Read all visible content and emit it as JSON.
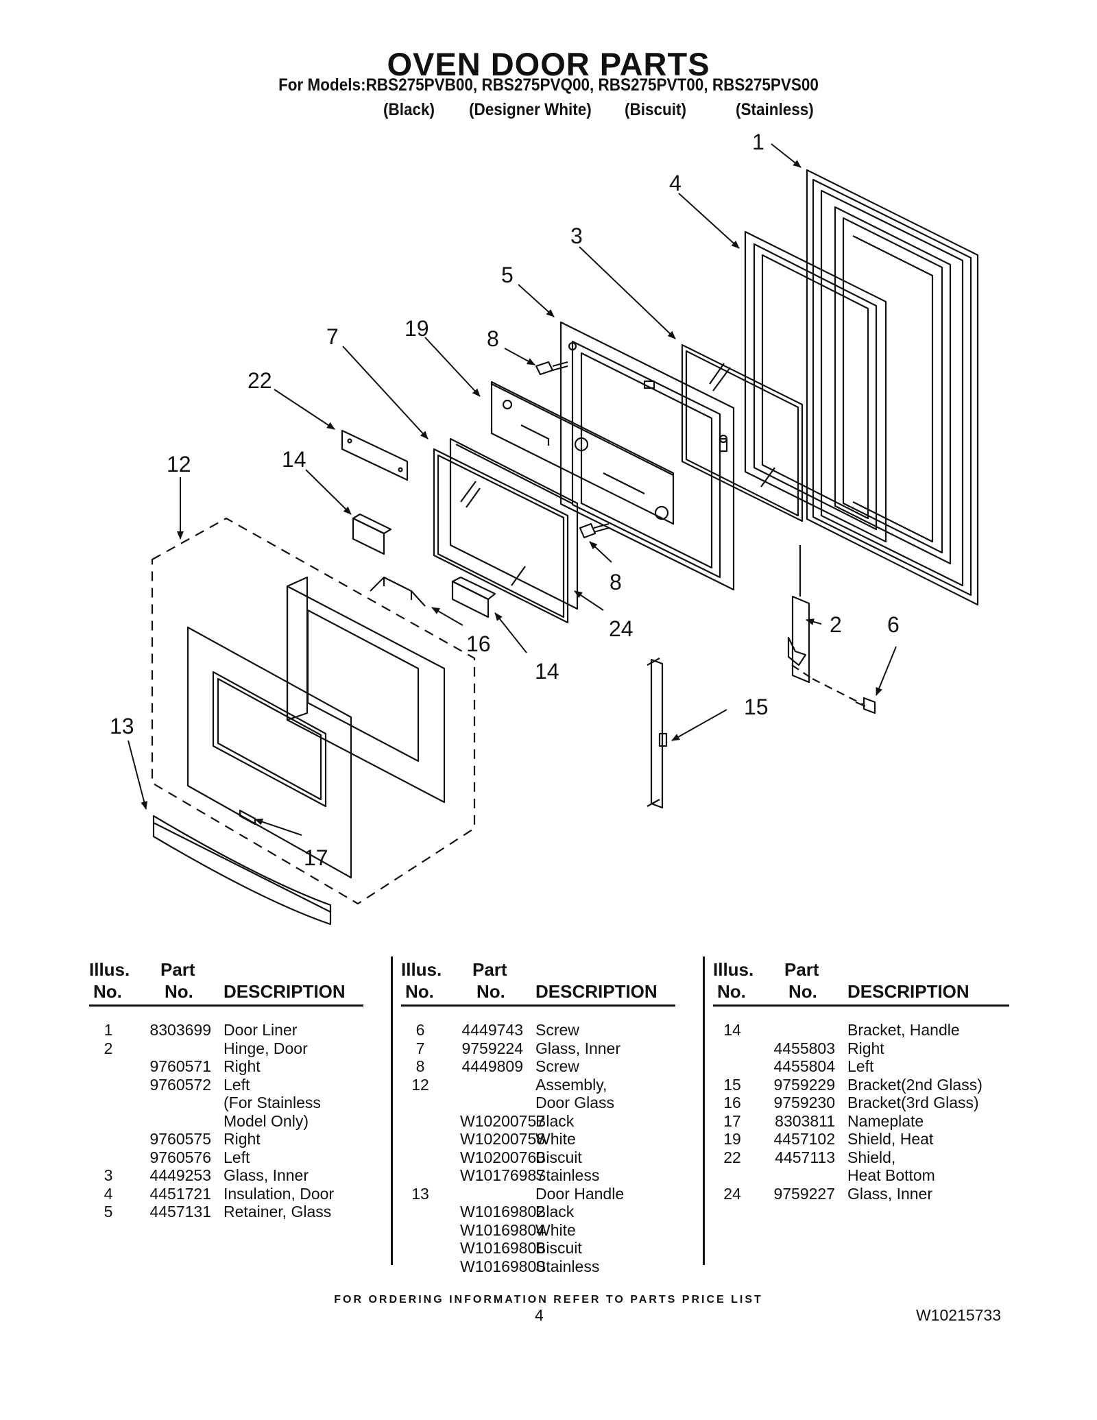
{
  "header": {
    "title": "OVEN DOOR PARTS",
    "models_line": "For Models:RBS275PVB00, RBS275PVQ00, RBS275PVT00, RBS275PVS00",
    "variants": [
      "(Black)",
      "(Designer White)",
      "(Biscuit)",
      "(Stainless)"
    ]
  },
  "diagram": {
    "callouts": [
      "1",
      "4",
      "3",
      "5",
      "19",
      "8",
      "7",
      "22",
      "14",
      "12",
      "8",
      "24",
      "16",
      "14",
      "2",
      "6",
      "15",
      "13",
      "17"
    ]
  },
  "table": {
    "headers": {
      "illus": [
        "Illus.",
        "No."
      ],
      "part": [
        "Part",
        "No."
      ],
      "description": "DESCRIPTION"
    },
    "columns": [
      [
        {
          "illus": "1",
          "part": "8303699",
          "desc": "Door Liner"
        },
        {
          "illus": "2",
          "part": "",
          "desc": "Hinge, Door"
        },
        {
          "illus": "",
          "part": "9760571",
          "desc": "Right"
        },
        {
          "illus": "",
          "part": "9760572",
          "desc": "Left"
        },
        {
          "illus": "",
          "part": "",
          "desc": "(For Stainless"
        },
        {
          "illus": "",
          "part": "",
          "desc": "Model Only)"
        },
        {
          "illus": "",
          "part": "9760575",
          "desc": "Right"
        },
        {
          "illus": "",
          "part": "9760576",
          "desc": "Left"
        },
        {
          "illus": "3",
          "part": "4449253",
          "desc": "Glass, Inner"
        },
        {
          "illus": "4",
          "part": "4451721",
          "desc": "Insulation, Door"
        },
        {
          "illus": "5",
          "part": "4457131",
          "desc": "Retainer, Glass"
        }
      ],
      [
        {
          "illus": "6",
          "part": "4449743",
          "desc": "Screw"
        },
        {
          "illus": "7",
          "part": "9759224",
          "desc": "Glass, Inner"
        },
        {
          "illus": "8",
          "part": "4449809",
          "desc": "Screw"
        },
        {
          "illus": "12",
          "part": "",
          "desc": "Assembly,"
        },
        {
          "illus": "",
          "part": "",
          "desc": "Door Glass"
        },
        {
          "illus": "",
          "part": "W10200757",
          "desc": "Black"
        },
        {
          "illus": "",
          "part": "W10200758",
          "desc": "White"
        },
        {
          "illus": "",
          "part": "W10200760",
          "desc": "Biscuit"
        },
        {
          "illus": "",
          "part": "W10176987",
          "desc": "Stainless"
        },
        {
          "illus": "13",
          "part": "",
          "desc": "Door Handle"
        },
        {
          "illus": "",
          "part": "W10169802",
          "desc": "Black"
        },
        {
          "illus": "",
          "part": "W10169804",
          "desc": "White"
        },
        {
          "illus": "",
          "part": "W10169806",
          "desc": "Biscuit"
        },
        {
          "illus": "",
          "part": "W10169800",
          "desc": "Stainless"
        }
      ],
      [
        {
          "illus": "14",
          "part": "",
          "desc": "Bracket, Handle"
        },
        {
          "illus": "",
          "part": "4455803",
          "desc": "Right"
        },
        {
          "illus": "",
          "part": "4455804",
          "desc": "Left"
        },
        {
          "illus": "15",
          "part": "9759229",
          "desc": "Bracket(2nd Glass)"
        },
        {
          "illus": "16",
          "part": "9759230",
          "desc": "Bracket(3rd Glass)"
        },
        {
          "illus": "17",
          "part": "8303811",
          "desc": "Nameplate"
        },
        {
          "illus": "19",
          "part": "4457102",
          "desc": "Shield, Heat"
        },
        {
          "illus": "22",
          "part": "4457113",
          "desc": "Shield,"
        },
        {
          "illus": "",
          "part": "",
          "desc": "Heat Bottom"
        },
        {
          "illus": "24",
          "part": "9759227",
          "desc": "Glass, Inner"
        }
      ]
    ]
  },
  "footer": {
    "note": "FOR ORDERING INFORMATION REFER TO PARTS PRICE LIST",
    "page": "4",
    "doc_number": "W10215733"
  }
}
